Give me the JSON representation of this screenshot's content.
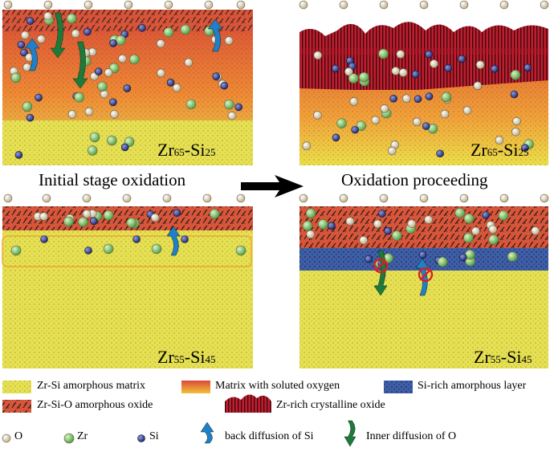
{
  "panels": {
    "top_left": {
      "alloy_base": "Zr",
      "alloy_n1": "65",
      "alloy_mid": "-Si",
      "alloy_n2": "25"
    },
    "top_right": {
      "alloy_base": "Zr",
      "alloy_n1": "65",
      "alloy_mid": "-Si",
      "alloy_n2": "25"
    },
    "bottom_left": {
      "alloy_base": "Zr",
      "alloy_n1": "55",
      "alloy_mid": "-Si",
      "alloy_n2": "45"
    },
    "bottom_right": {
      "alloy_base": "Zr",
      "alloy_n1": "55",
      "alloy_mid": "-Si",
      "alloy_n2": "45"
    }
  },
  "stages": {
    "left": "Initial stage oxidation",
    "right": "Oxidation proceeding"
  },
  "legend": {
    "matrix": "Zr-Si amorphous matrix",
    "soluted": "Matrix with soluted oxygen",
    "si_rich": "Si-rich  amorphous layer",
    "amorphous_oxide": "Zr-Si-O amorphous oxide",
    "crystalline": "Zr-rich crystalline oxide",
    "o": "O",
    "zr": "Zr",
    "si": "Si",
    "back_diff": "back diffusion of Si",
    "inner_diff": "Inner diffusion of O"
  },
  "colors": {
    "matrix_yellow": "#e6e052",
    "oxide_red": "#d8553a",
    "si_rich_blue": "#3e5fa8",
    "crystal_red": "#b3182a",
    "o_atom": "#f3ecd0",
    "zr_atom": "#8fd070",
    "si_atom": "#3f4a9a",
    "arrow_blue": "#1f7fc8",
    "arrow_green": "#1e7a3a"
  }
}
